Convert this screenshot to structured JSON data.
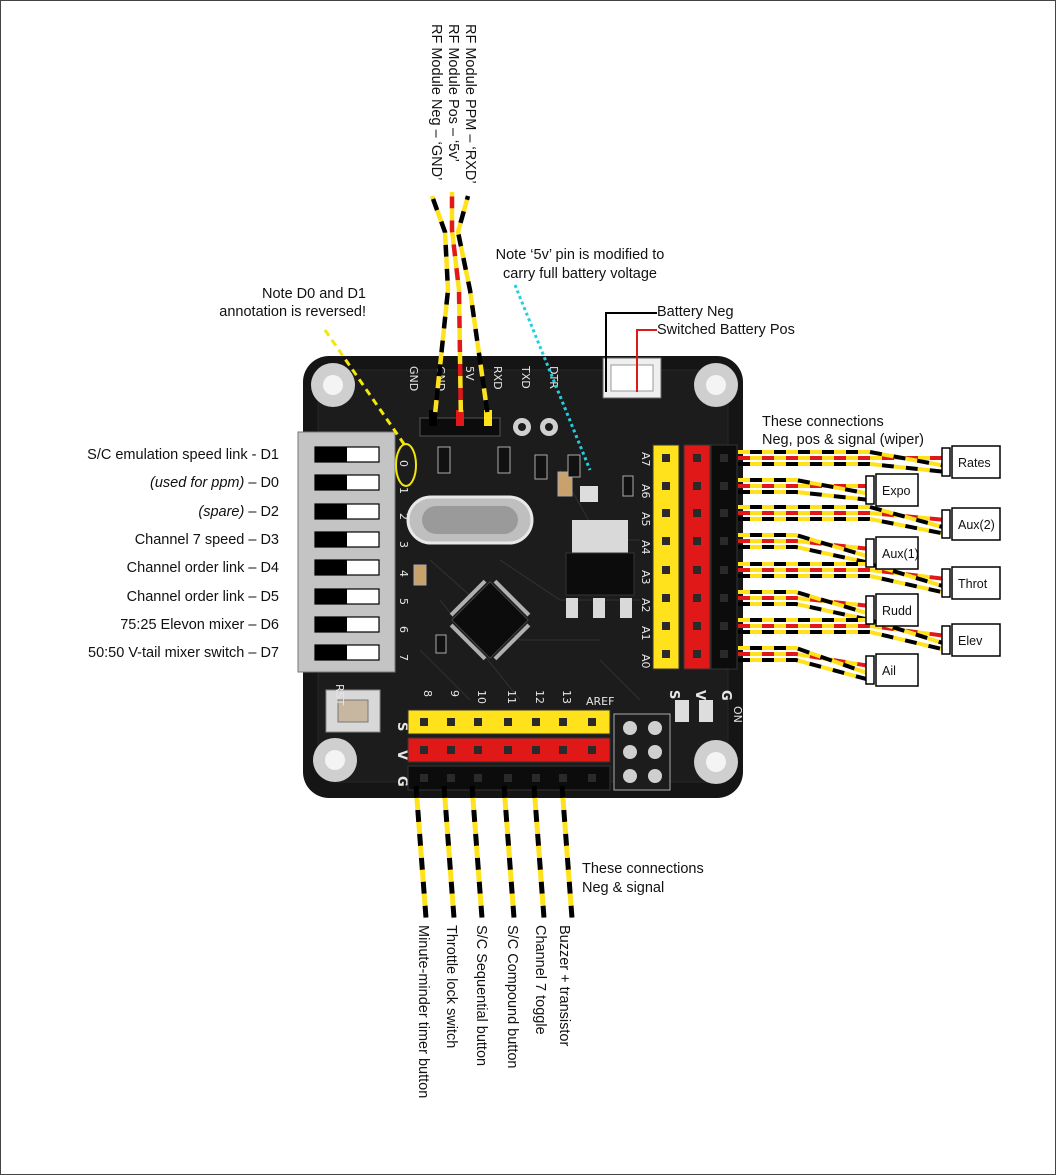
{
  "colors": {
    "neg": "#000000",
    "pos": "#e01818",
    "signal": "#ffe21c",
    "board": "#151515",
    "annotation_yellow": "#f2e60a",
    "annotation_cyan": "#22cfe0"
  },
  "rf_wires": [
    "RF Module PPM – ‘RXD’",
    "RF Module Pos – ‘5v’",
    "RF Module Neg – ‘GND’"
  ],
  "notes": {
    "d0d1": [
      "Note D0 and D1",
      "annotation is reversed!"
    ],
    "fivev": [
      "Note ‘5v’ pin is modified to",
      "carry full battery voltage"
    ]
  },
  "battery": {
    "neg": "Battery Neg",
    "pos": "Switched Battery Pos"
  },
  "right_header": [
    "These connections",
    "Neg, pos & signal (wiper)"
  ],
  "pots": [
    "Rates",
    "Expo",
    "Aux(2)",
    "Aux(1)",
    "Throt",
    "Rudd",
    "Elev",
    "Ail"
  ],
  "dip_labels": [
    {
      "pre": "S/C emulation speed link - D1",
      "em": "",
      "post": ""
    },
    {
      "pre": "",
      "em": "(used for ppm)",
      "post": " – D0"
    },
    {
      "pre": "",
      "em": "(spare)",
      "post": " – D2"
    },
    {
      "pre": "Channel 7 speed – D3",
      "em": "",
      "post": ""
    },
    {
      "pre": "Channel order link – D4",
      "em": "",
      "post": ""
    },
    {
      "pre": "Channel order link – D5",
      "em": "",
      "post": ""
    },
    {
      "pre": "75:25 Elevon mixer – D6",
      "em": "",
      "post": ""
    },
    {
      "pre": "50:50 V-tail mixer switch – D7",
      "em": "",
      "post": ""
    }
  ],
  "bottom_header": [
    "These connections",
    "Neg & signal"
  ],
  "bottom_wires": [
    "Minute-minder timer button",
    "Throttle lock switch",
    "S/C Sequential button",
    "S/C Compound button",
    "Channel 7 toggle",
    "Buzzer + transistor"
  ],
  "silkscreen": {
    "top_pins": [
      "GND",
      "GND",
      "5V",
      "RXD",
      "TXD",
      "DTR"
    ],
    "analog": [
      "A7",
      "A6",
      "A5",
      "A4",
      "A3",
      "A2",
      "A1",
      "A0"
    ],
    "digital_side": [
      "0",
      "1",
      "2",
      "3",
      "4",
      "5",
      "6",
      "7"
    ],
    "digital_bottom": [
      "8",
      "9",
      "10",
      "11",
      "12",
      "13"
    ],
    "aref": "AREF",
    "svg_left": [
      "S",
      "V",
      "G"
    ],
    "svg_right": [
      "S",
      "V",
      "G"
    ],
    "on": "ON",
    "reset": "RST"
  }
}
